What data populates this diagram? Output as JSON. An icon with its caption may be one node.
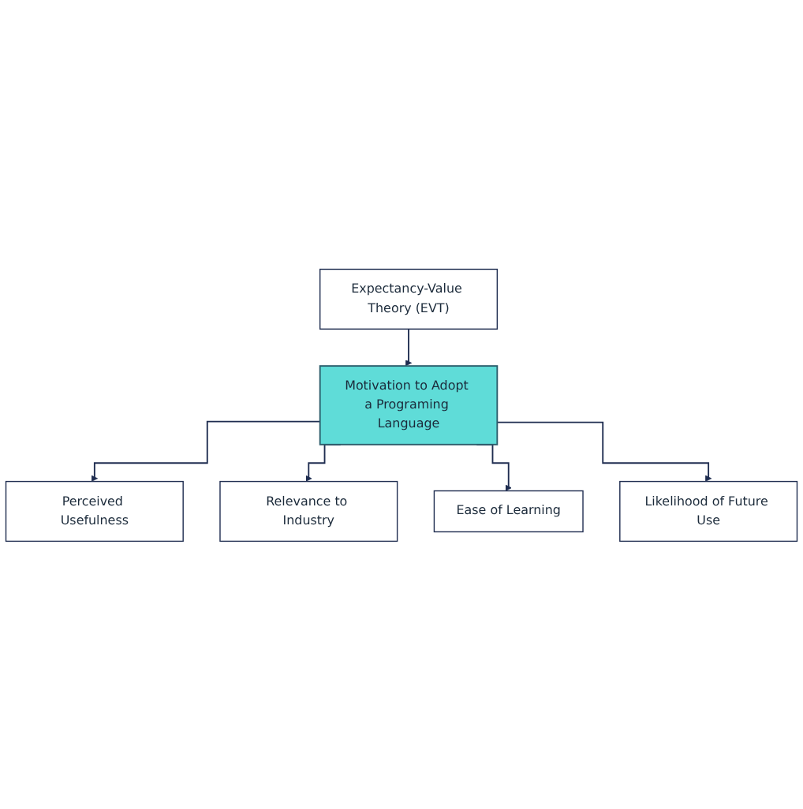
{
  "diagram": {
    "nodes": [
      {
        "text": [
          "Expectancy-Value Theory (EVT)"
        ]
      },
      {
        "text": [
          "Perceived Usefulness"
        ]
      },
      {
        "text": [
          "Relevance to Industry"
        ]
      },
      {
        "text": [
          "Motivation to Adopt a Programing Language"
        ]
      },
      {
        "text": [
          "Ease of Learning"
        ]
      },
      {
        "text": [
          "Likelihood of Future Use"
        ]
      }
    ],
    "edges": [
      {
        "from": 0,
        "to": 3,
        "arrow": "to"
      },
      {
        "from": 3,
        "to": 1,
        "arrow": "to"
      },
      {
        "from": 3,
        "to": 2,
        "arrow": "to"
      },
      {
        "from": 3,
        "to": 4,
        "arrow": "to"
      },
      {
        "from": 3,
        "to": 5,
        "arrow": "to"
      }
    ]
  }
}
